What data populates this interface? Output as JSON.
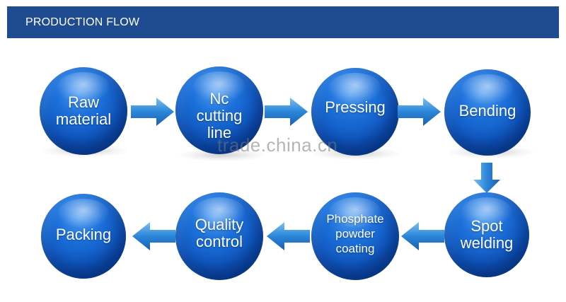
{
  "header": {
    "title": "PRODUCTION FLOW"
  },
  "steps": [
    {
      "label": "Raw\nmaterial"
    },
    {
      "label": "Nc\ncutting\nline"
    },
    {
      "label": "Pressing"
    },
    {
      "label": "Bending"
    },
    {
      "label": "Spot\nwelding"
    },
    {
      "label": "Phosphate\npowder\ncoating"
    },
    {
      "label": "Quality\ncontrol"
    },
    {
      "label": "Packing"
    }
  ],
  "watermark": "trade.china.cn",
  "colors": {
    "header": "#1f4c91",
    "ball": "#1565d1",
    "arrow": "#2b86d8"
  }
}
